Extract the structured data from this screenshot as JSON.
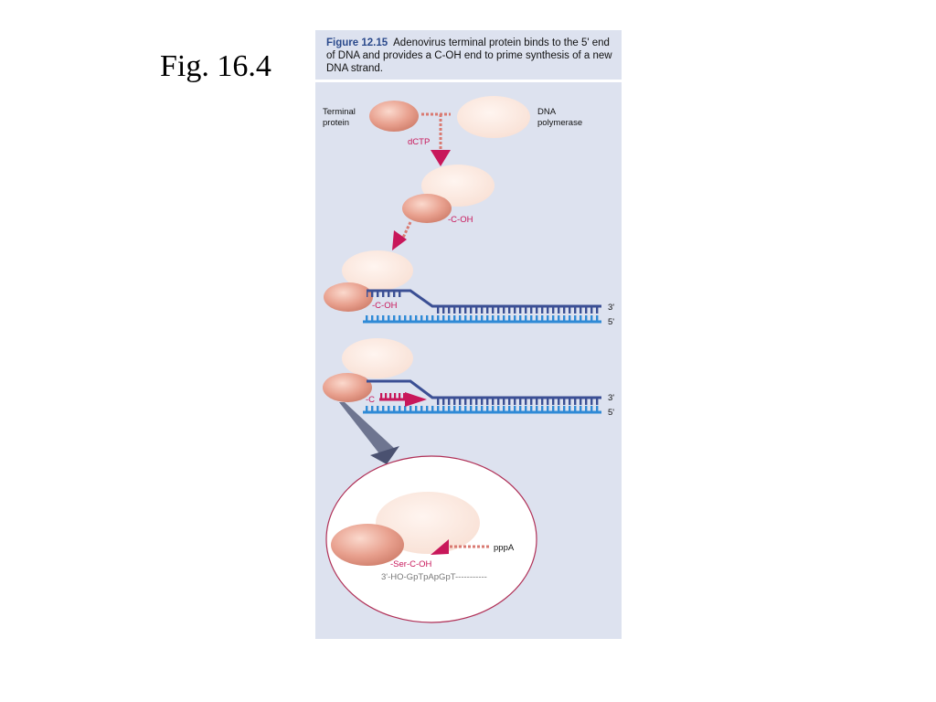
{
  "slide_label": "Fig. 16.4",
  "caption": {
    "figure_number": "Figure 12.15",
    "text": "Adenovirus terminal  protein binds to the 5' end of DNA and provides a C-OH end to prime synthesis of a new DNA strand."
  },
  "labels": {
    "terminal_protein_line1": "Terminal",
    "terminal_protein_line2": "protein",
    "dna_polymerase_line1": "DNA",
    "dna_polymerase_line2": "polymerase",
    "dctp": "dCTP",
    "c_oh_step2": "-C-OH",
    "c_oh_step3": "-C-OH",
    "c_step4": "-C",
    "end_3prime_a": "3'",
    "end_5prime_a": "5'",
    "end_3prime_b": "3'",
    "end_5prime_b": "5'",
    "pppa": "pppA",
    "ser_c_oh": "-Ser-C-OH",
    "sequence": "3'-HO-GpTpApGpT-----------"
  },
  "colors": {
    "panel": "#dde2ef",
    "terminal_protein": "#e39b8a",
    "dna_polymerase": "#fbe6dc",
    "dna_dark": "#3b4f94",
    "dna_light": "#2f8ad6",
    "arrow_accent": "#c8175a",
    "dashed_link": "#d97a72"
  }
}
